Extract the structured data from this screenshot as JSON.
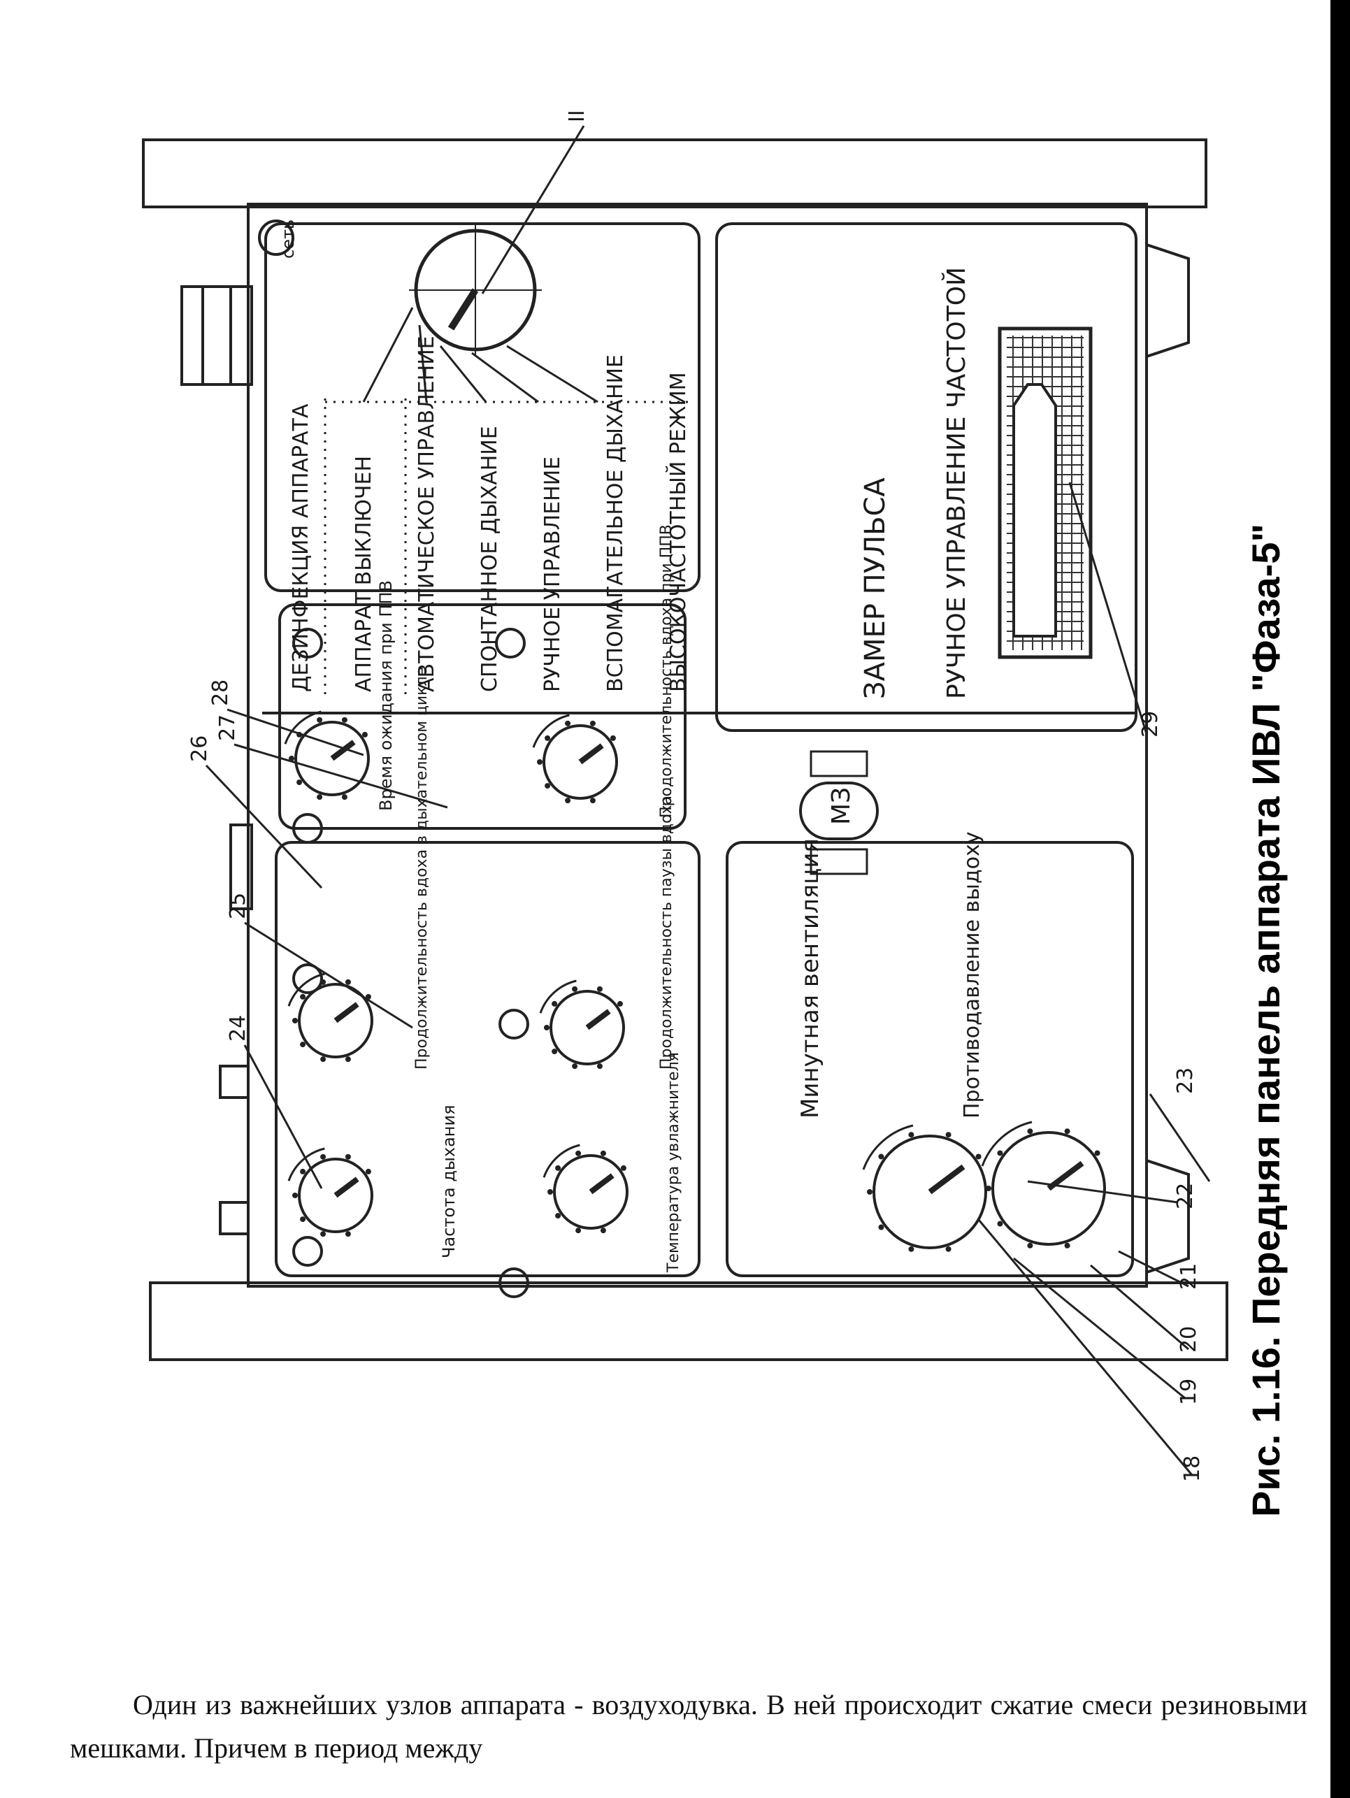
{
  "figure": {
    "caption": "Рис. 1.16. Передняя панель аппарата ИВЛ \"Фаза-5\"",
    "upper_labels": [
      "II",
      "28",
      "27",
      "26",
      "25",
      "24"
    ],
    "lower_labels": [
      "23",
      "22",
      "21",
      "20",
      "19",
      "18",
      "29"
    ],
    "knob_labels": {
      "k23": "Частота дыхания",
      "k24": "Продолжительность вдоха в дыхательном цикле",
      "k25": "Продолжительность паузы вдоха",
      "k26": "Время ожидания при ППВ",
      "k27": "Продолжительность вдоха при ППВ",
      "k20": "Температура увлажнителя",
      "k19": "Минутная вентиляция",
      "k18": "Противодавление выдоху"
    },
    "mode_list": [
      "ДЕЗИНФЕКЦИЯ АППАРАТА",
      "АППАРАТ ВЫКЛЮЧЕН",
      "АВТОМАТИЧЕСКОЕ УПРАВЛЕНИЕ",
      "СПОНТАННОЕ ДЫХАНИЕ",
      "РУЧНОЕ УПРАВЛЕНИЕ",
      "ВСПОМАГАТЕЛЬНОЕ ДЫХАНИЕ",
      "ВЫСОКОЧАСТОТНЫЙ РЕЖИМ"
    ],
    "network_label": "сеть",
    "pulse_panel": {
      "title": "ЗАМЕР ПУЛЬСА",
      "subtitle": "РУЧНОЕ УПРАВЛЕНИЕ ЧАСТОТОЙ"
    },
    "logo": "МЗ"
  },
  "body_text": "Один из важнейших узлов аппарата - воздуходувка. В ней происходит сжатие смеси резиновыми мешками. Причем в период между"
}
